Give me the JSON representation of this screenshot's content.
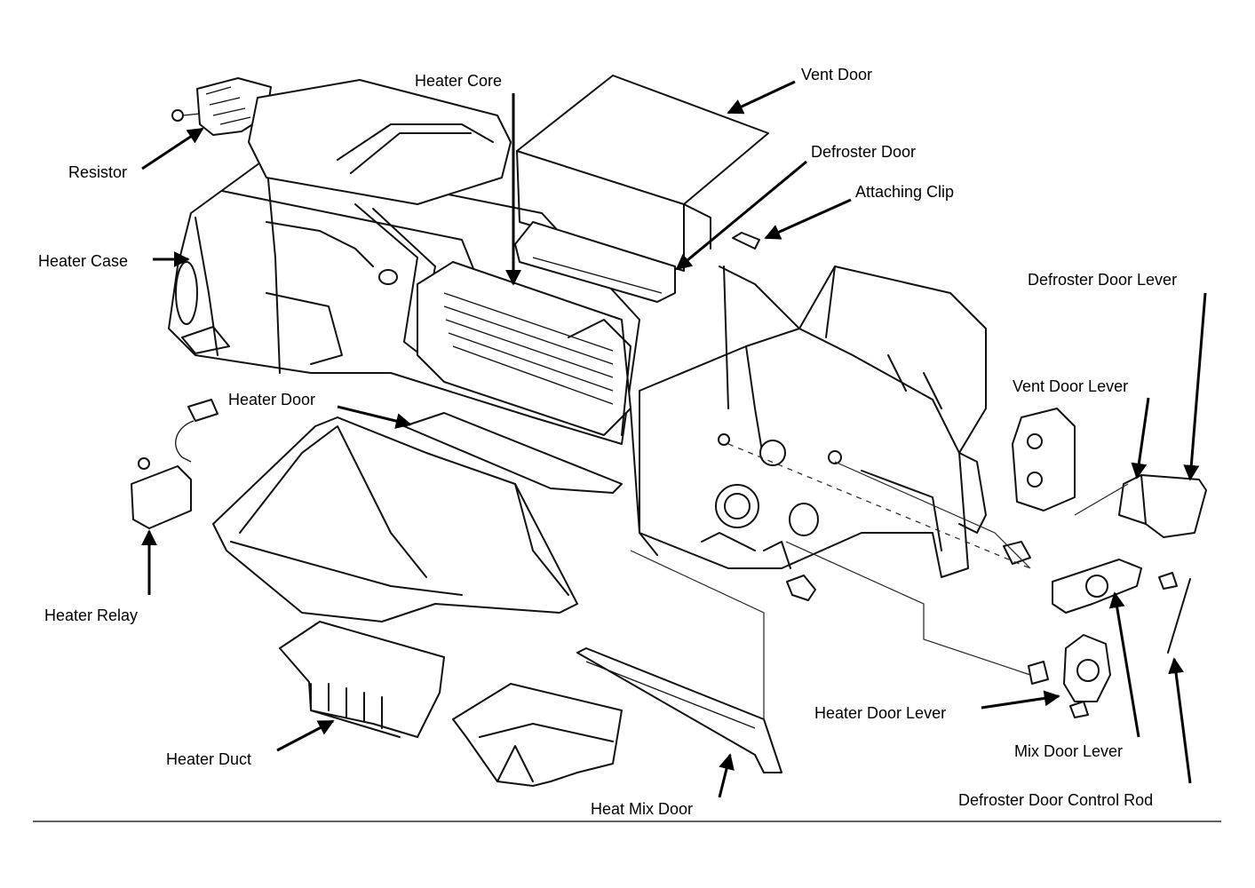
{
  "labels": {
    "heater_core": "Heater Core",
    "vent_door": "Vent Door",
    "defroster_door": "Defroster Door",
    "attaching_clip": "Attaching Clip",
    "resistor": "Resistor",
    "heater_case": "Heater Case",
    "defroster_door_lever": "Defroster Door Lever",
    "vent_door_lever": "Vent Door Lever",
    "heater_door": "Heater Door",
    "heater_relay": "Heater Relay",
    "heater_door_lever": "Heater Door Lever",
    "mix_door_lever": "Mix Door Lever",
    "heater_duct": "Heater Duct",
    "heat_mix_door": "Heat Mix Door",
    "defroster_door_control_rod": "Defroster Door Control Rod"
  }
}
